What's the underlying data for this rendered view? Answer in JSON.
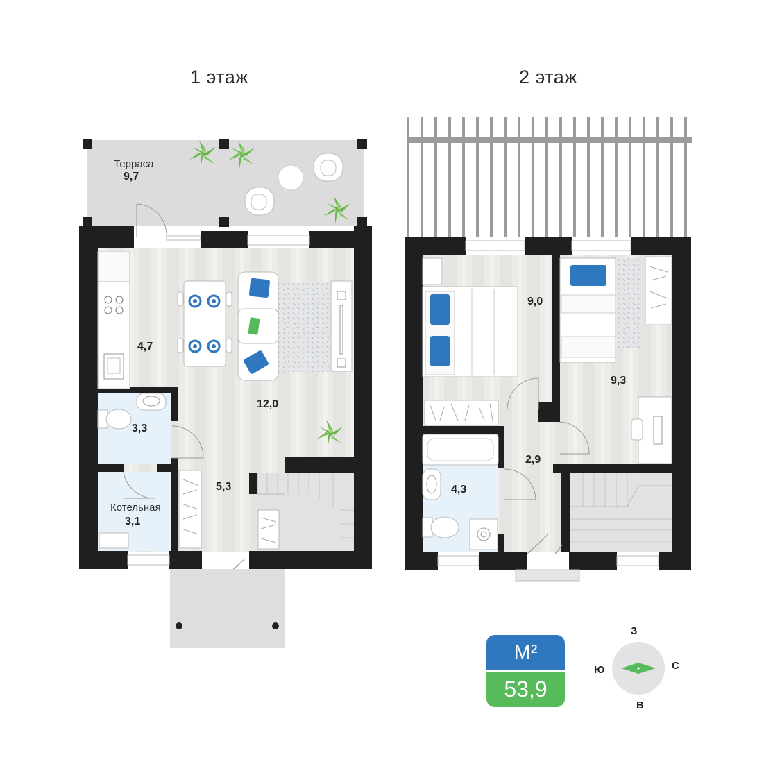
{
  "floors": [
    {
      "title": "1 этаж"
    },
    {
      "title": "2 этаж"
    }
  ],
  "rooms_floor1": {
    "terrace_name": "Терраса",
    "terrace_area": "9,7",
    "kitchen_area": "4,7",
    "living_area": "12,0",
    "bathroom_area": "3,3",
    "boiler_name": "Котельная",
    "boiler_area": "3,1",
    "hall_area": "5,3"
  },
  "rooms_floor2": {
    "bedroom1_area": "9,0",
    "bedroom2_area": "9,3",
    "hall_area": "2,9",
    "bathroom_area": "4,3"
  },
  "total": {
    "unit": "М²",
    "value": "53,9"
  },
  "compass": {
    "north": "С",
    "south": "Ю",
    "west": "З",
    "east": "В"
  },
  "colors": {
    "wall": "#1f1f1f",
    "floor": "#ecebe8",
    "wet_zone": "#e6f1fa",
    "terrace": "#dcdcdc",
    "accent_blue": "#2f77be",
    "accent_green": "#57ba5b"
  }
}
